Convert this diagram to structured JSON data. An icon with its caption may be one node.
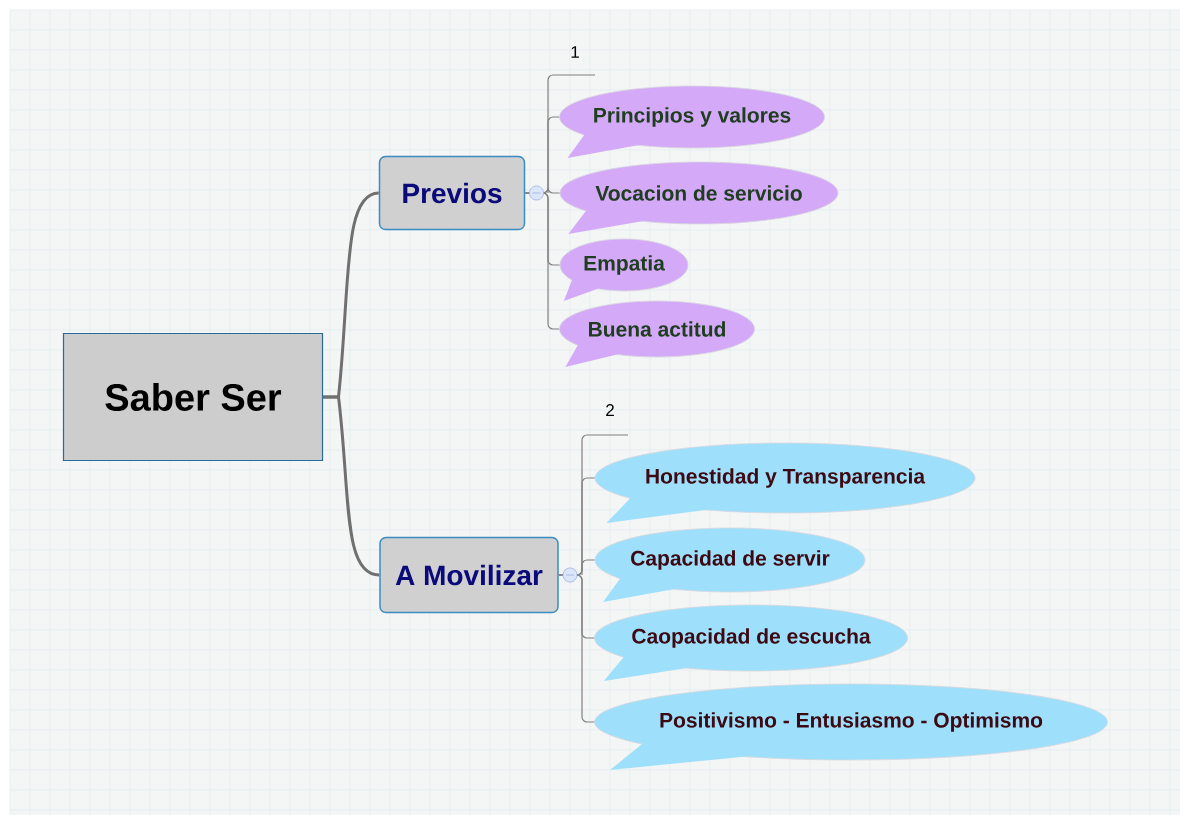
{
  "diagram": {
    "nodes": [
      {
        "text": [
          "Saber Ser"
        ]
      },
      {
        "text": [
          "Previos"
        ]
      },
      {
        "text": [
          "A Movilizar"
        ]
      },
      {
        "text": [
          "Principios y valores"
        ]
      },
      {
        "text": [
          "Vocacion de servicio"
        ]
      },
      {
        "text": [
          "Empatia"
        ]
      },
      {
        "text": [
          "Buena actitud"
        ]
      },
      {
        "text": [
          "Honestidad  y Transparencia"
        ]
      },
      {
        "text": [
          "Capacidad de servir"
        ]
      },
      {
        "text": [
          "Caopacidad de escucha"
        ]
      },
      {
        "text": [
          "Positivismo - Entusiasmo - Optimismo"
        ]
      }
    ],
    "edges": [
      {
        "from": 0,
        "to": 1,
        "arrow": "none",
        "style": "thick"
      },
      {
        "from": 0,
        "to": 2,
        "arrow": "none",
        "style": "thick"
      },
      {
        "from": 1,
        "to": 3,
        "arrow": "none"
      },
      {
        "from": 1,
        "to": 4,
        "arrow": "none"
      },
      {
        "from": 1,
        "to": 5,
        "arrow": "none"
      },
      {
        "from": 1,
        "to": 6,
        "arrow": "none"
      },
      {
        "from": 2,
        "to": 7,
        "arrow": "none"
      },
      {
        "from": 2,
        "to": 8,
        "arrow": "none"
      },
      {
        "from": 2,
        "to": 9,
        "arrow": "none"
      },
      {
        "from": 2,
        "to": 10,
        "arrow": "none"
      }
    ],
    "labels": [
      "1",
      "2"
    ]
  }
}
